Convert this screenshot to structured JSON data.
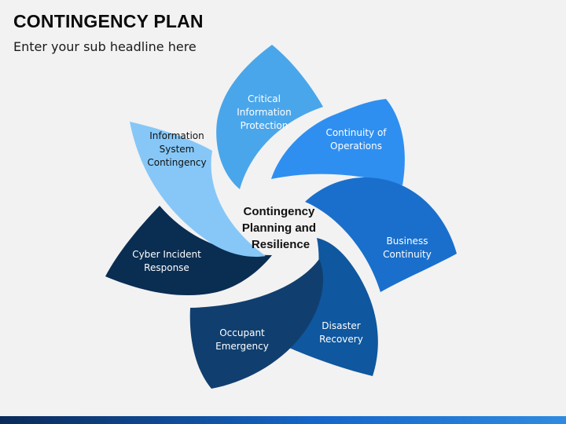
{
  "header": {
    "title": "CONTINGENCY PLAN",
    "subtitle": "Enter your sub headline here"
  },
  "center": {
    "lines": [
      "Contingency",
      "Planning and",
      "Resilience"
    ]
  },
  "petals": [
    {
      "id": "critical-information-protection",
      "lines": [
        "Critical",
        "Information",
        "Protection"
      ],
      "color": "#4aa6ea",
      "text_color": "#ffffff"
    },
    {
      "id": "continuity-of-operations",
      "lines": [
        "Continuity of",
        "Operations"
      ],
      "color": "#2f8ff0",
      "text_color": "#ffffff"
    },
    {
      "id": "business-continuity",
      "lines": [
        "Business",
        "Continuity"
      ],
      "color": "#1a6fcc",
      "text_color": "#ffffff"
    },
    {
      "id": "disaster-recovery",
      "lines": [
        "Disaster",
        "Recovery"
      ],
      "color": "#0f579e",
      "text_color": "#ffffff"
    },
    {
      "id": "occupant-emergency",
      "lines": [
        "Occupant",
        "Emergency"
      ],
      "color": "#103f6f",
      "text_color": "#ffffff"
    },
    {
      "id": "cyber-incident-response",
      "lines": [
        "Cyber Incident",
        "Response"
      ],
      "color": "#0a2d52",
      "text_color": "#ffffff"
    },
    {
      "id": "information-system-contingency",
      "lines": [
        "Information",
        "System",
        "Contingency"
      ],
      "color": "#86c7f7",
      "text_color": "#111111"
    }
  ]
}
